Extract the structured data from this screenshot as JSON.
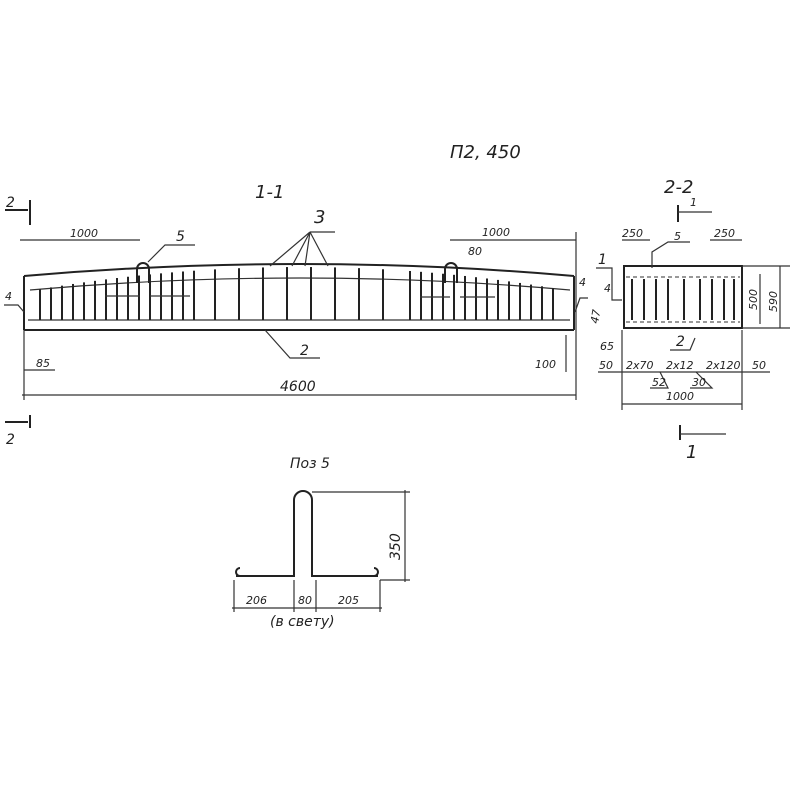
{
  "sheet_code": "П2, 450",
  "section_1_1": {
    "title": "1-1",
    "dims": {
      "total_length": "4600",
      "left_embed": "1000",
      "right_embed": "1000",
      "left_offset": "85",
      "right_offset": "100",
      "loop_height": "80"
    },
    "markers": {
      "pos3": "3",
      "pos5": "5",
      "pos2": "2",
      "pos4_left": "4",
      "pos4_right": "4"
    },
    "cut_marks": {
      "top": "2",
      "bottom": "2"
    }
  },
  "section_2_2": {
    "title": "2-2",
    "cut_marks": {
      "top": "1",
      "bottom": "1"
    },
    "dims": {
      "left_250": "250",
      "right_250": "250",
      "inner_height": "500",
      "total_height": "590",
      "offset_65": "65",
      "edge_left": "50",
      "edge_right": "50",
      "spacing_a": "2x70",
      "spacing_b": "2x12",
      "spacing_c": "2x120",
      "angle_a": "52",
      "angle_b": "30",
      "width": "1000",
      "side_47": "47"
    },
    "markers": {
      "pos5": "5",
      "pos1": "1",
      "pos4": "4",
      "pos2": "2"
    }
  },
  "pos5_detail": {
    "title": "Поз 5",
    "dims": {
      "height": "350",
      "left": "206",
      "middle": "80",
      "right": "205"
    },
    "note": "(в свету)"
  }
}
